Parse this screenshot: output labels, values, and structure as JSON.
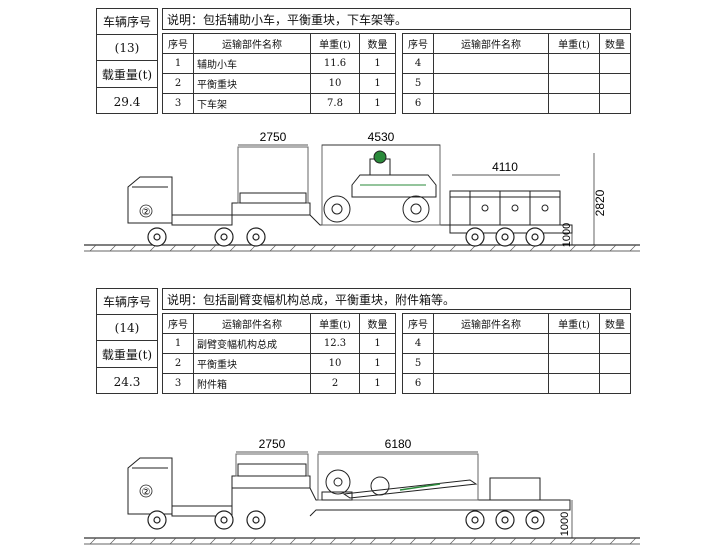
{
  "vehicles": [
    {
      "seq_label": "车辆序号",
      "seq_value": "(13)",
      "load_label": "载重量(t)",
      "load_value": "29.4",
      "note": "说明：包括辅助小车，平衡重块，下车架等。",
      "headers": [
        "序号",
        "运输部件名称",
        "单重(t)",
        "数量"
      ],
      "rows": [
        {
          "no": "1",
          "name": "辅助小车",
          "weight": "11.6",
          "qty": "1"
        },
        {
          "no": "2",
          "name": "平衡重块",
          "weight": "10",
          "qty": "1"
        },
        {
          "no": "3",
          "name": "下车架",
          "weight": "7.8",
          "qty": "1"
        }
      ],
      "rows_right": [
        {
          "no": "4",
          "name": "",
          "weight": "",
          "qty": ""
        },
        {
          "no": "5",
          "name": "",
          "weight": "",
          "qty": ""
        },
        {
          "no": "6",
          "name": "",
          "weight": "",
          "qty": ""
        }
      ],
      "truck_number": "②",
      "dims": {
        "d1": "2750",
        "d2": "4530",
        "d3": "4110",
        "height": "2820",
        "deck": "1000"
      }
    },
    {
      "seq_label": "车辆序号",
      "seq_value": "(14)",
      "load_label": "载重量(t)",
      "load_value": "24.3",
      "note": "说明：包括副臂变幅机构总成，平衡重块，附件箱等。",
      "headers": [
        "序号",
        "运输部件名称",
        "单重(t)",
        "数量"
      ],
      "rows": [
        {
          "no": "1",
          "name": "副臂变幅机构总成",
          "weight": "12.3",
          "qty": "1"
        },
        {
          "no": "2",
          "name": "平衡重块",
          "weight": "10",
          "qty": "1"
        },
        {
          "no": "3",
          "name": "附件箱",
          "weight": "2",
          "qty": "1"
        }
      ],
      "rows_right": [
        {
          "no": "4",
          "name": "",
          "weight": "",
          "qty": ""
        },
        {
          "no": "5",
          "name": "",
          "weight": "",
          "qty": ""
        },
        {
          "no": "6",
          "name": "",
          "weight": "",
          "qty": ""
        }
      ],
      "truck_number": "②",
      "dims": {
        "d1": "2750",
        "d2": "6180",
        "deck": "1000"
      }
    }
  ]
}
